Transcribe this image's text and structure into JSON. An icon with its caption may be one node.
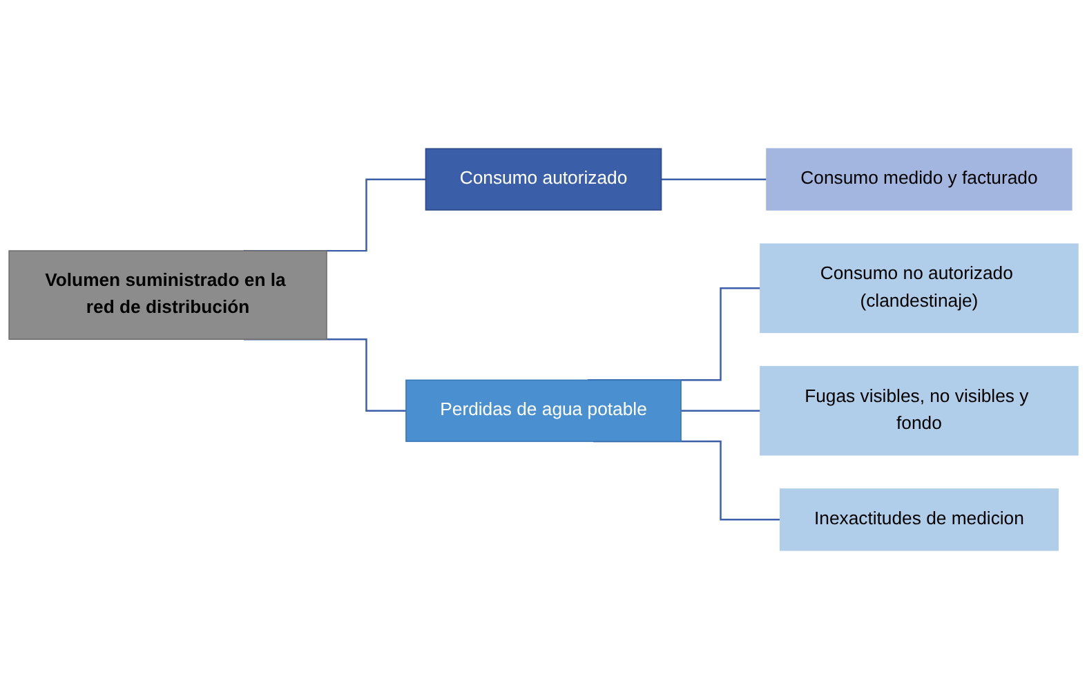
{
  "diagram": {
    "nodes": [
      {
        "text": [
          "Volumen suministrado en la red de distribución"
        ]
      },
      {
        "text": [
          "Consumo autorizado"
        ]
      },
      {
        "text": [
          "Perdidas de agua potable"
        ]
      },
      {
        "text": [
          "Consumo medido y facturado"
        ]
      },
      {
        "text": [
          "Consumo no autorizado (clandestinaje)"
        ]
      },
      {
        "text": [
          "Fugas visibles, no visibles y fondo"
        ]
      },
      {
        "text": [
          "Inexactitudes de medicion"
        ]
      }
    ],
    "edges": [
      {
        "from": 0,
        "to": 1,
        "arrow": "none"
      },
      {
        "from": 0,
        "to": 2,
        "arrow": "none"
      },
      {
        "from": 1,
        "to": 3,
        "arrow": "none"
      },
      {
        "from": 2,
        "to": 4,
        "arrow": "none"
      },
      {
        "from": 2,
        "to": 5,
        "arrow": "none"
      },
      {
        "from": 2,
        "to": 6,
        "arrow": "none"
      }
    ]
  }
}
